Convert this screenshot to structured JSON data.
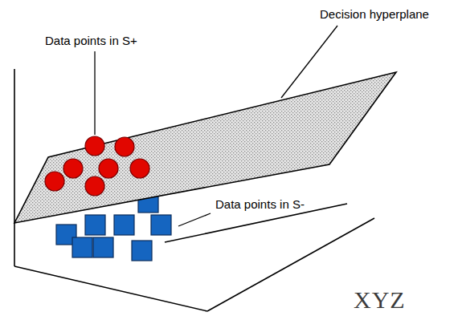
{
  "diagram": {
    "labels": [
      "Decision hyperplane",
      "Data points in S+",
      "Data points in S-",
      "XYZ"
    ]
  }
}
